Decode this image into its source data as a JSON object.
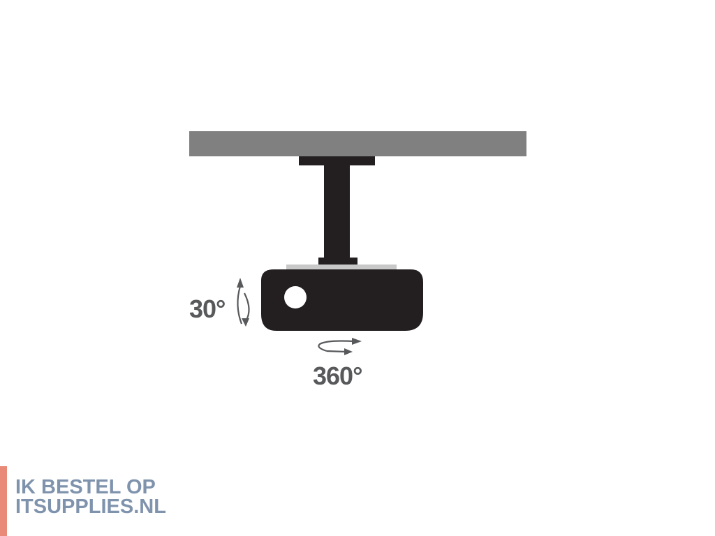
{
  "diagram": {
    "tilt_label": "30°",
    "rotation_label": "360°",
    "colors": {
      "ceiling": "#808080",
      "mount": "#231f20",
      "lens": "#ffffff",
      "label_text": "#58595b"
    }
  },
  "promo": {
    "line1": "IK BESTEL OP",
    "line2": "ITSUPPLIES.NL",
    "colors": {
      "text": "#7f93ad",
      "accent_bar": "#e98978"
    }
  }
}
